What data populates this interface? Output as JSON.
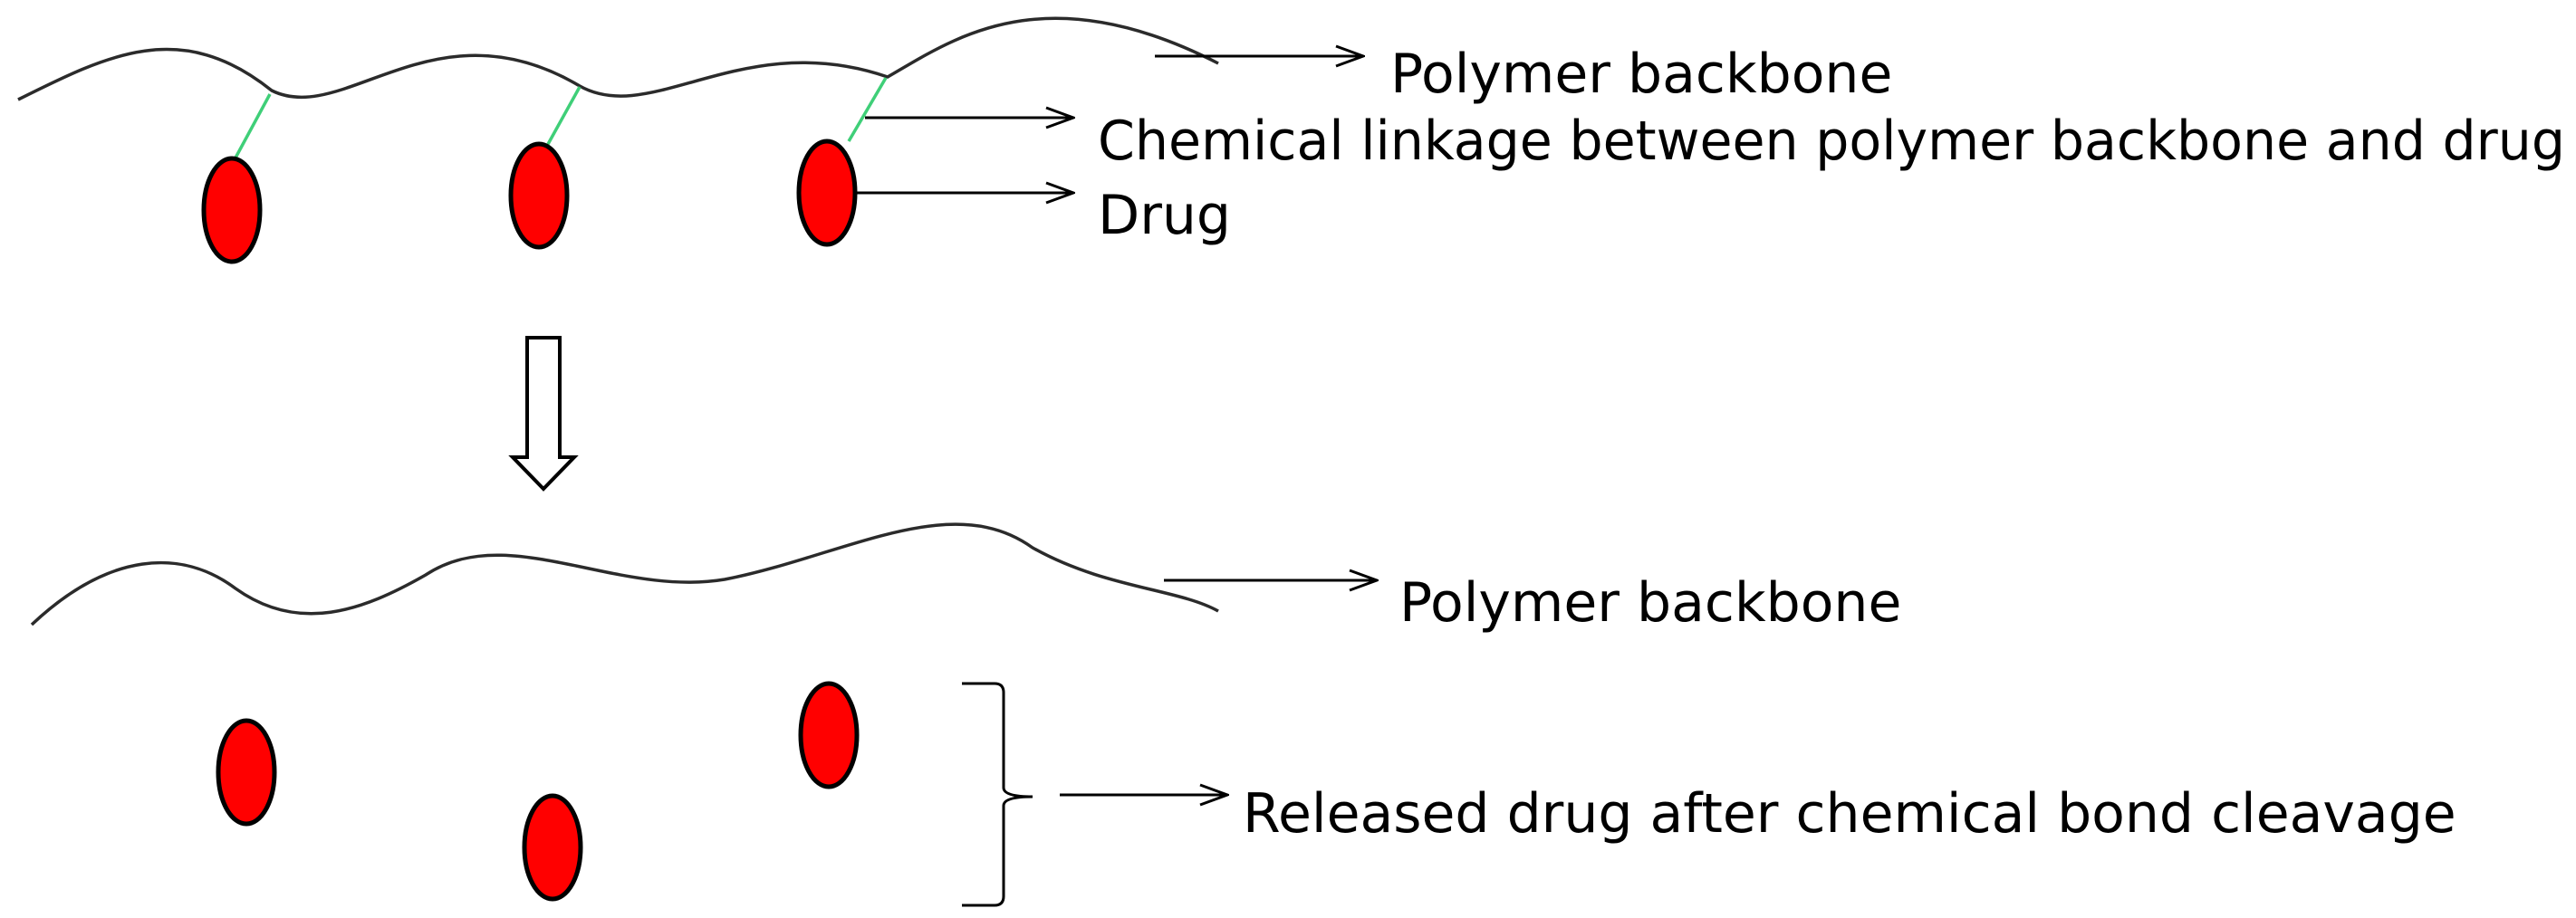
{
  "labels": {
    "top_backbone": "Polymer backbone",
    "linkage": "Chemical linkage between polymer backbone and drug",
    "drug": "Drug",
    "bottom_backbone": "Polymer backbone",
    "released": "Released drug after chemical bond cleavage"
  },
  "colors": {
    "drug_fill": "#ff0000",
    "linkage": "#3fcf78",
    "backbone": "#2b2b2b"
  }
}
